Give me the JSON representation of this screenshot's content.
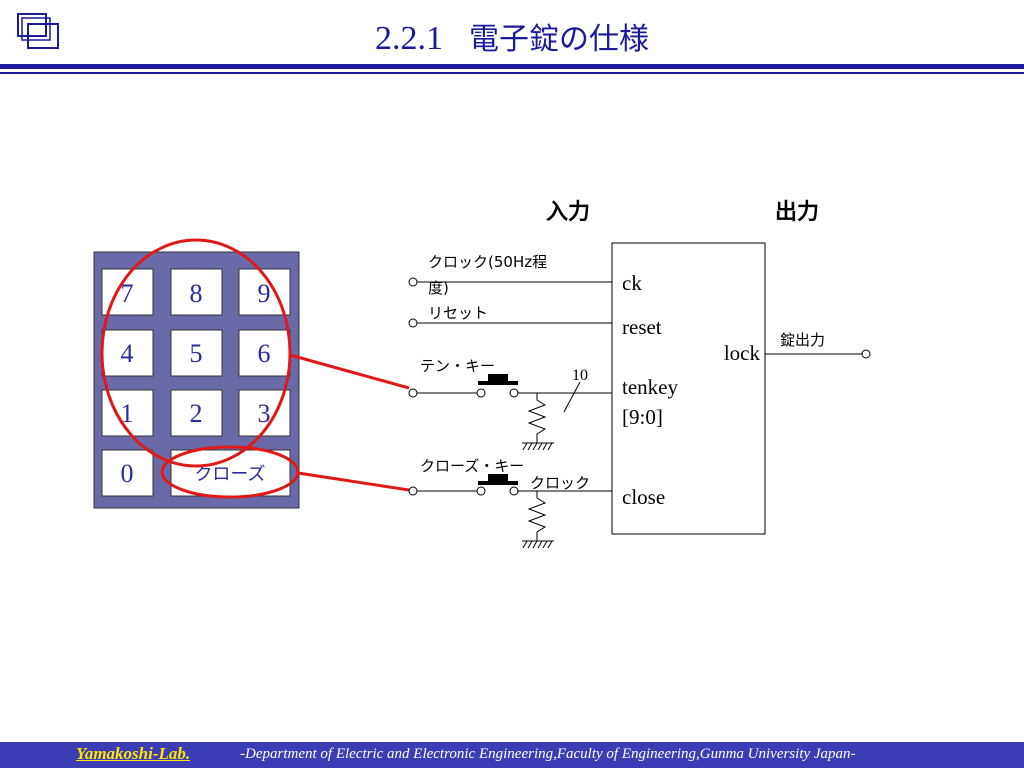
{
  "header": {
    "number": "2.2.1",
    "title": "電子錠の仕様"
  },
  "keypad": {
    "keys": [
      "7",
      "8",
      "9",
      "4",
      "5",
      "6",
      "1",
      "2",
      "3",
      "0"
    ],
    "close_key": "クローズ"
  },
  "diagram": {
    "input_heading": "入力",
    "output_heading": "出力",
    "clock_label_1": "クロック(50Hz程",
    "clock_label_2": "度)",
    "reset_label": "リセット",
    "tenkey_label": "テン・キー",
    "close_key_label": "クローズ・キー",
    "clock_small_label": "クロック",
    "bus_width": "10",
    "ports": {
      "ck": "ck",
      "reset": "reset",
      "tenkey_1": "tenkey",
      "tenkey_2": "[9:0]",
      "close": "close",
      "lock": "lock"
    },
    "lock_output_label": "錠出力"
  },
  "footer": {
    "lab": "Yamakoshi-Lab.",
    "department": "-Department of Electric and Electronic Engineering,Faculty of Engineering,Gunma University Japan-"
  },
  "colors": {
    "title": "#1a1a9a",
    "footer_bg": "#3c3cb4",
    "footer_lab": "#ffe600",
    "keypad_bg": "#6a6aa8",
    "highlight": "#e01818"
  }
}
